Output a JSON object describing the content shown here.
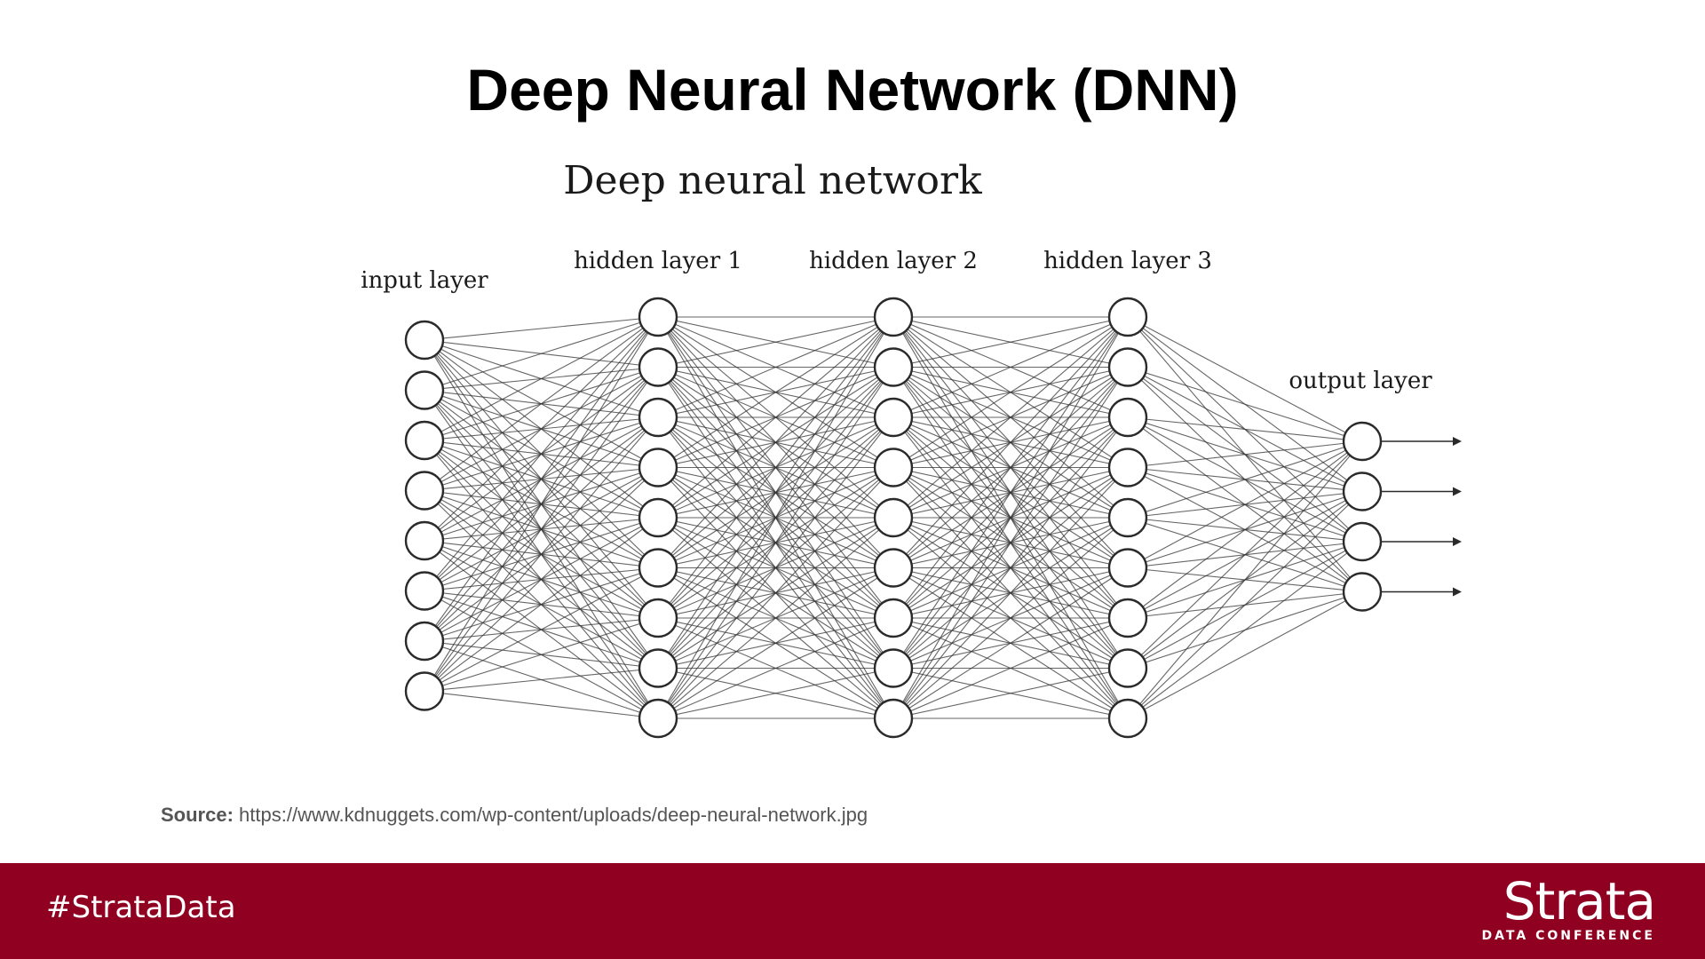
{
  "slide": {
    "title": "Deep Neural Network (DNN)"
  },
  "diagram": {
    "heading": "Deep neural network",
    "layers": [
      {
        "label": "input layer",
        "nodes": 8
      },
      {
        "label": "hidden layer 1",
        "nodes": 9
      },
      {
        "label": "hidden layer 2",
        "nodes": 9
      },
      {
        "label": "hidden layer 3",
        "nodes": 9
      },
      {
        "label": "output layer",
        "nodes": 4
      }
    ],
    "outputs_have_arrows": true
  },
  "source": {
    "label": "Source:",
    "url": "https://www.kdnuggets.com/wp-content/uploads/deep-neural-network.jpg"
  },
  "footer": {
    "hashtag": "#StrataData",
    "brand_name": "Strata",
    "brand_subtitle": "DATA CONFERENCE"
  },
  "colors": {
    "footer_background": "#8f0021",
    "footer_text": "#ffffff",
    "title_text": "#000000"
  }
}
